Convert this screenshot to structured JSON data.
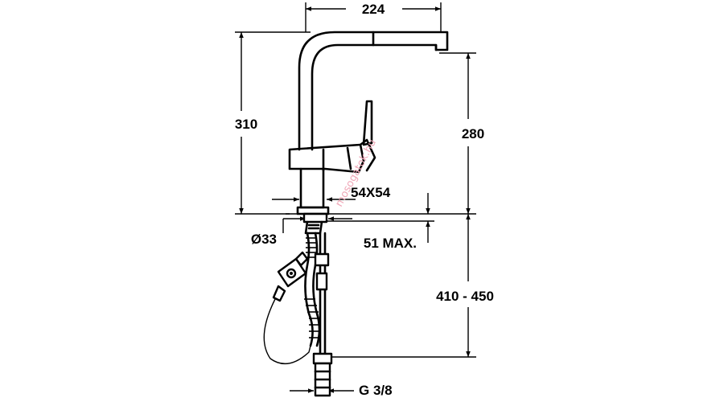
{
  "dimensions": {
    "spout_reach": "224",
    "total_height": "310",
    "spout_height": "280",
    "base_size": "54X54",
    "hole_diameter": "Ø33",
    "max_thickness": "51 MAX.",
    "hose_length": "410 - 450",
    "connection": "G 3/8"
  },
  "watermark": "mosogatok.hu",
  "colors": {
    "line": "#000000",
    "watermark": "#f0a8b8"
  }
}
